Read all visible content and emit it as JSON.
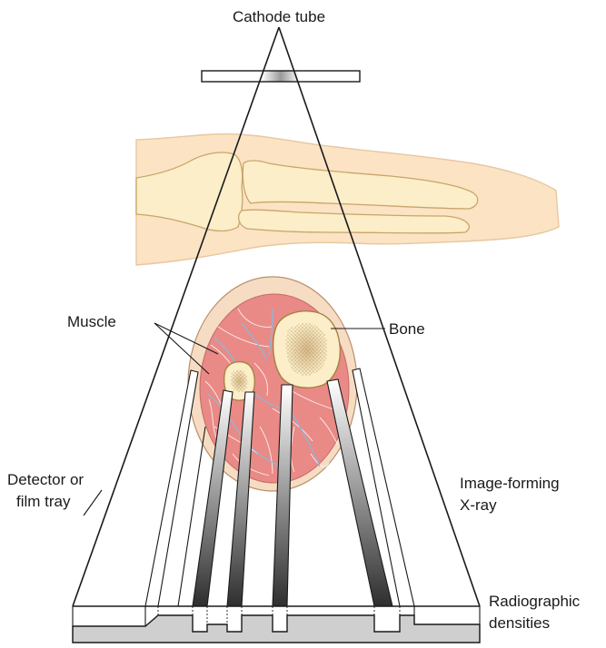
{
  "labels": {
    "cathode_tube": "Cathode tube",
    "muscle": "Muscle",
    "bone": "Bone",
    "detector_line1": "Detector or",
    "detector_line2": "film tray",
    "image_forming_line1": "Image-forming",
    "image_forming_line2": "X-ray",
    "radiographic_line1": "Radiographic",
    "radiographic_line2": "densities"
  },
  "colors": {
    "skin": "#fbe3c4",
    "skin_outline": "#e8c7a0",
    "bone_fill": "#fbeec8",
    "bone_outline": "#c9a56a",
    "muscle_fill": "#e98a86",
    "muscle_outline": "#c86e6a",
    "tissue_ring": "#f7dcc4",
    "vessel_blue": "#8fb6d9",
    "density_gray": "#cfcfcf",
    "beam_dark": "#3a3a3a"
  }
}
